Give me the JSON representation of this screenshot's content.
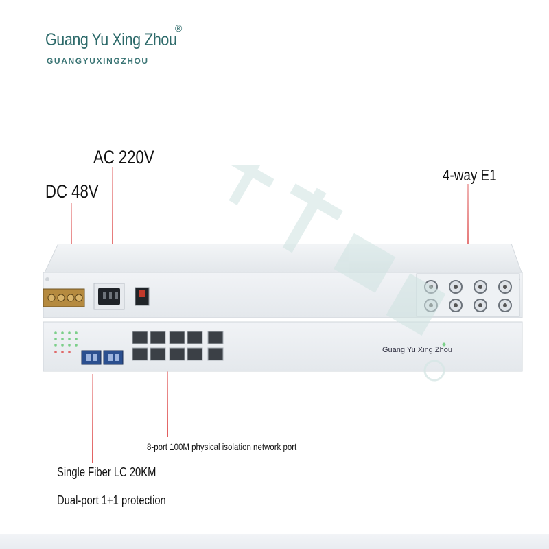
{
  "brand": {
    "name": "Guang Yu Xing Zhou",
    "registered_mark": "®",
    "subtitle": "GUANGYUXINGZHOU",
    "color": "#2d6a6a"
  },
  "callouts": {
    "ac": "AC 220V",
    "dc": "DC 48V",
    "e1": "4-way E1",
    "network": "8-port 100M physical isolation network port",
    "fiber": "Single Fiber LC 20KM",
    "protection": "Dual-port 1+1 protection"
  },
  "device": {
    "front_logo": "Guang Yu Xing Zhou"
  },
  "colors": {
    "pointer": "#e15b5b",
    "chassis": "#eceff2",
    "watermark": "#cfe3e1"
  }
}
